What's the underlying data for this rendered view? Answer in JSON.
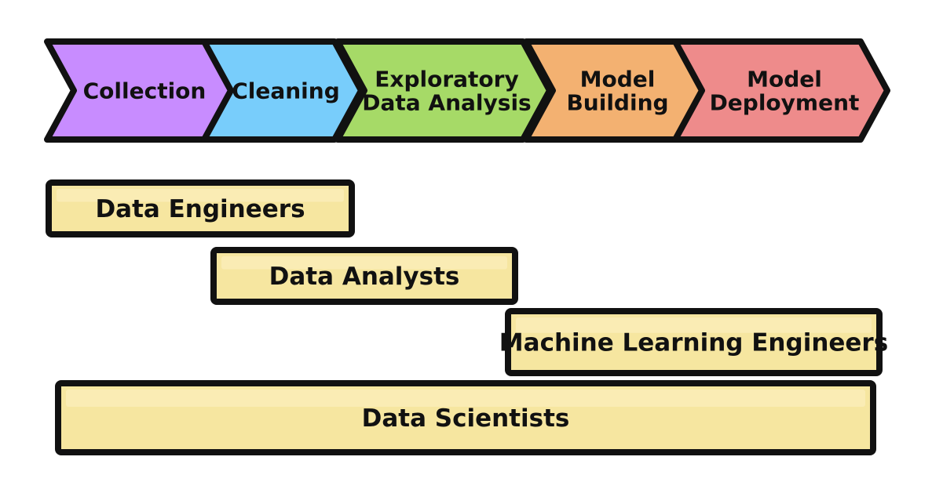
{
  "stages": [
    {
      "lines": [
        "Collection"
      ],
      "color": "#c88cff"
    },
    {
      "lines": [
        "Cleaning"
      ],
      "color": "#78cdfb"
    },
    {
      "lines": [
        "Exploratory",
        "Data Analysis"
      ],
      "color": "#a6da67"
    },
    {
      "lines": [
        "Model",
        "Building"
      ],
      "color": "#f3b171"
    },
    {
      "lines": [
        "Model",
        "Deployment"
      ],
      "color": "#ee8b8b"
    }
  ],
  "roles": [
    {
      "label": "Data Engineers",
      "covers": [
        "Collection",
        "Cleaning"
      ]
    },
    {
      "label": "Data Analysts",
      "covers": [
        "Cleaning",
        "Exploratory Data Analysis"
      ]
    },
    {
      "label": "Machine Learning Engineers",
      "covers": [
        "Exploratory Data Analysis",
        "Model Building",
        "Model Deployment"
      ]
    },
    {
      "label": "Data Scientists",
      "covers": [
        "Collection",
        "Cleaning",
        "Exploratory Data Analysis",
        "Model Building",
        "Model Deployment"
      ]
    }
  ],
  "colors": {
    "role_fill": "#f6e6a0",
    "role_highlight": "#fff5cc",
    "outline": "#111111"
  }
}
